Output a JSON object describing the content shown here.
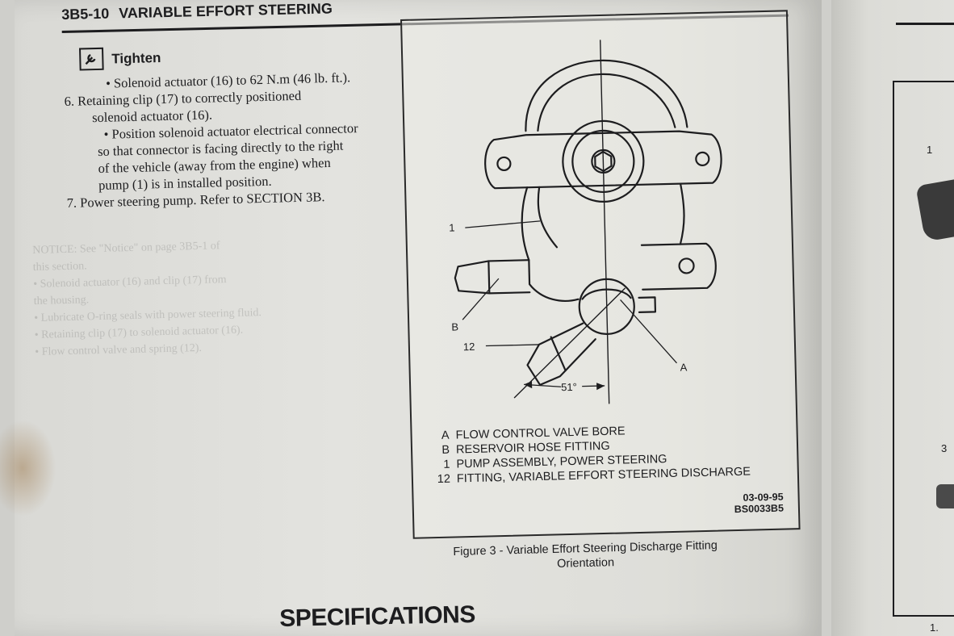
{
  "header": {
    "code": "3B5-10",
    "title": "VARIABLE EFFORT STEERING"
  },
  "instructions": {
    "tighten_label": "Tighten",
    "lines": [
      "• Solenoid actuator (16) to 62 N.m (46 lb. ft.).",
      "6. Retaining clip (17) to correctly positioned",
      "solenoid actuator (16).",
      "• Position solenoid actuator electrical connector",
      "so that connector is facing directly to the right",
      "of the vehicle (away from the engine) when",
      "pump (1) is in installed position.",
      "7. Power steering pump. Refer to SECTION 3B."
    ]
  },
  "bleed_through": [
    "NOTICE: See \"Notice\" on page 3B5-1 of",
    "this section.",
    "• Solenoid actuator (16) and clip (17) from",
    "the housing.",
    "• Lubricate O-ring seals with power steering fluid.",
    "• Retaining clip (17) to solenoid actuator (16).",
    "• Flow control valve and spring (12)."
  ],
  "figure": {
    "callouts": {
      "one": "1",
      "b": "B",
      "twelve": "12",
      "a": "A",
      "angle": "51°"
    },
    "legend": [
      {
        "key": "A",
        "text": "FLOW CONTROL VALVE BORE"
      },
      {
        "key": "B",
        "text": "RESERVOIR HOSE FITTING"
      },
      {
        "key": "1",
        "text": "PUMP ASSEMBLY, POWER STEERING"
      },
      {
        "key": "12",
        "text": "FITTING, VARIABLE EFFORT STEERING DISCHARGE"
      }
    ],
    "date": "03-09-95",
    "ref": "BS0033B5",
    "caption_line1": "Figure 3 - Variable Effort Steering Discharge Fitting",
    "caption_line2": "Orientation"
  },
  "section_heading": "SPECIFICATIONS",
  "right_page": {
    "num1": "1",
    "num3": "3",
    "bottom": "1."
  }
}
